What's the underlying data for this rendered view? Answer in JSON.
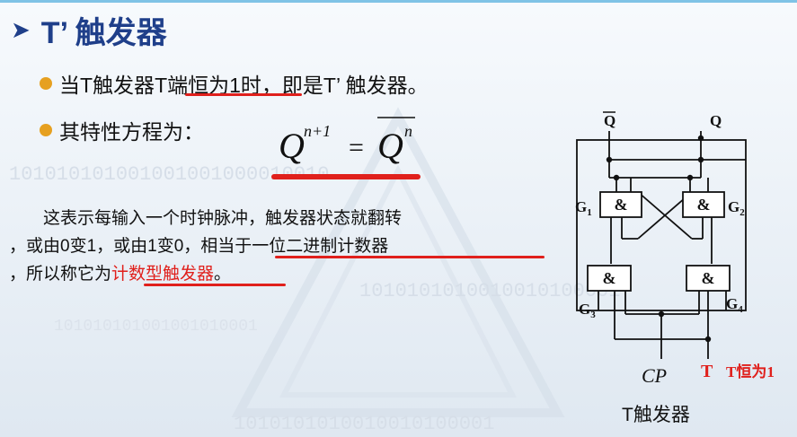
{
  "title": "T’ 触发器",
  "bullets": [
    {
      "pre": "当T触发器",
      "underlined": "T端恒为1",
      "post": "时，即是T’ 触发器。"
    },
    {
      "text": "其特性方程为："
    }
  ],
  "equation": {
    "lhs": "Q",
    "lhs_sup": "n+1",
    "eq": "=",
    "rhs": "Q",
    "rhs_sup": "n"
  },
  "paragraph": {
    "line1": "　　这表示每输入一个时钟脉冲，触发器状态就翻转",
    "line2_pre": "，或由0变1，或由1变0，",
    "line2_underlined": "相当于一位二进制计数器",
    "line3_pre": "，所以称它为",
    "line3_highlight": "计数型触发器",
    "line3_post": "。"
  },
  "circuit": {
    "q_bar": "Q",
    "q": "Q",
    "gates": {
      "g1": "&",
      "g2": "&",
      "g3": "&",
      "g4": "&"
    },
    "labels": {
      "g1": "G",
      "g1_sub": "1",
      "g2": "G",
      "g2_sub": "2",
      "g3": "G",
      "g3_sub": "3",
      "g4": "G",
      "g4_sub": "4"
    },
    "cp": "CP",
    "t": "T",
    "t_note": "T恒为1",
    "caption": "T触发器"
  },
  "colors": {
    "title": "#1f3f8a",
    "bullet": "#e6a020",
    "highlight": "#e0201c"
  },
  "watermark": {
    "rows": [
      "101010101001001001000010010",
      "1010101010010010100001",
      "101010101001001010001",
      "1010101010010010100001"
    ]
  }
}
